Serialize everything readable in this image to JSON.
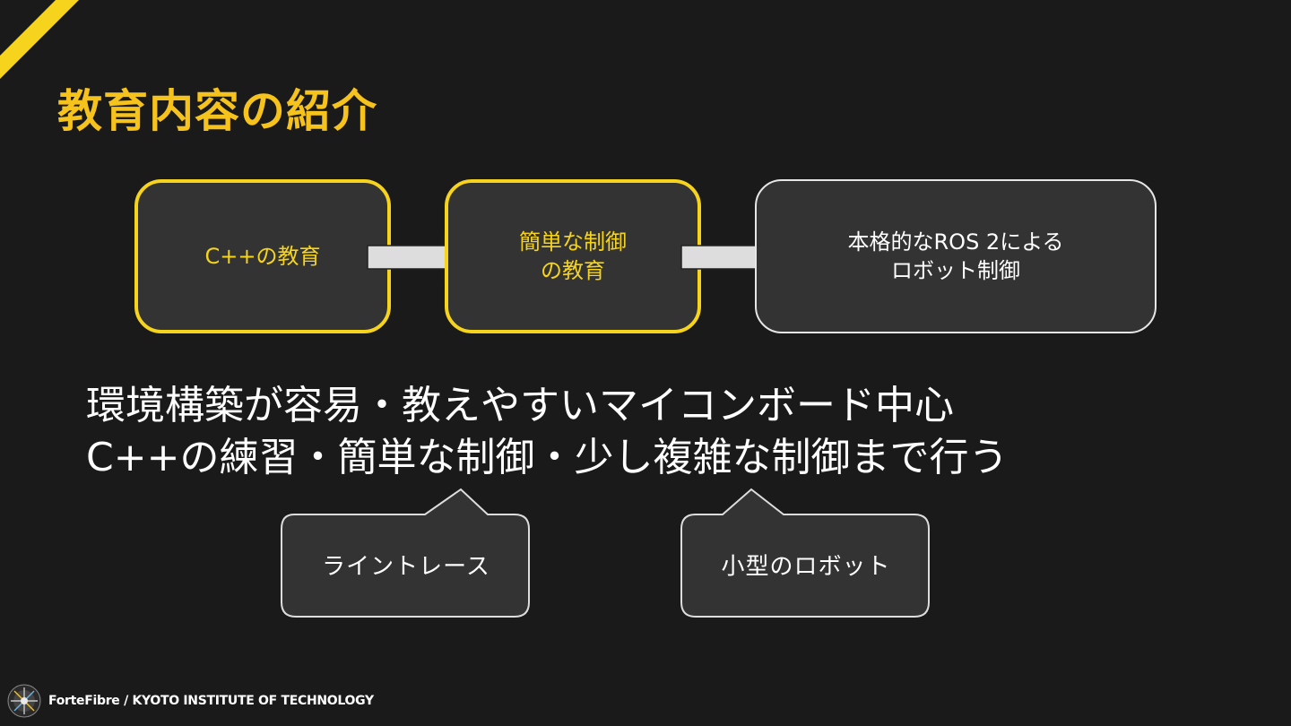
{
  "slide": {
    "title": "教育内容の紹介",
    "accent_color": "#f6c21c"
  },
  "flow": {
    "steps": [
      {
        "label": "C++の教育",
        "state": "highlighted"
      },
      {
        "label": "簡単な制御\nの教育",
        "state": "highlighted"
      },
      {
        "label": "本格的なROS 2による\nロボット制御",
        "state": "normal"
      }
    ]
  },
  "main": {
    "line1": "環境構築が容易・教えやすいマイコンボード中心",
    "line2": "C++の練習・簡単な制御・少し複雑な制御まで行う"
  },
  "callouts": [
    {
      "label": "ライントレース"
    },
    {
      "label": "小型のロボット"
    }
  ],
  "footer": {
    "text": "ForteFibre / KYOTO INSTITUTE OF TECHNOLOGY",
    "logo_icon": "fortefibre-logo-icon"
  }
}
